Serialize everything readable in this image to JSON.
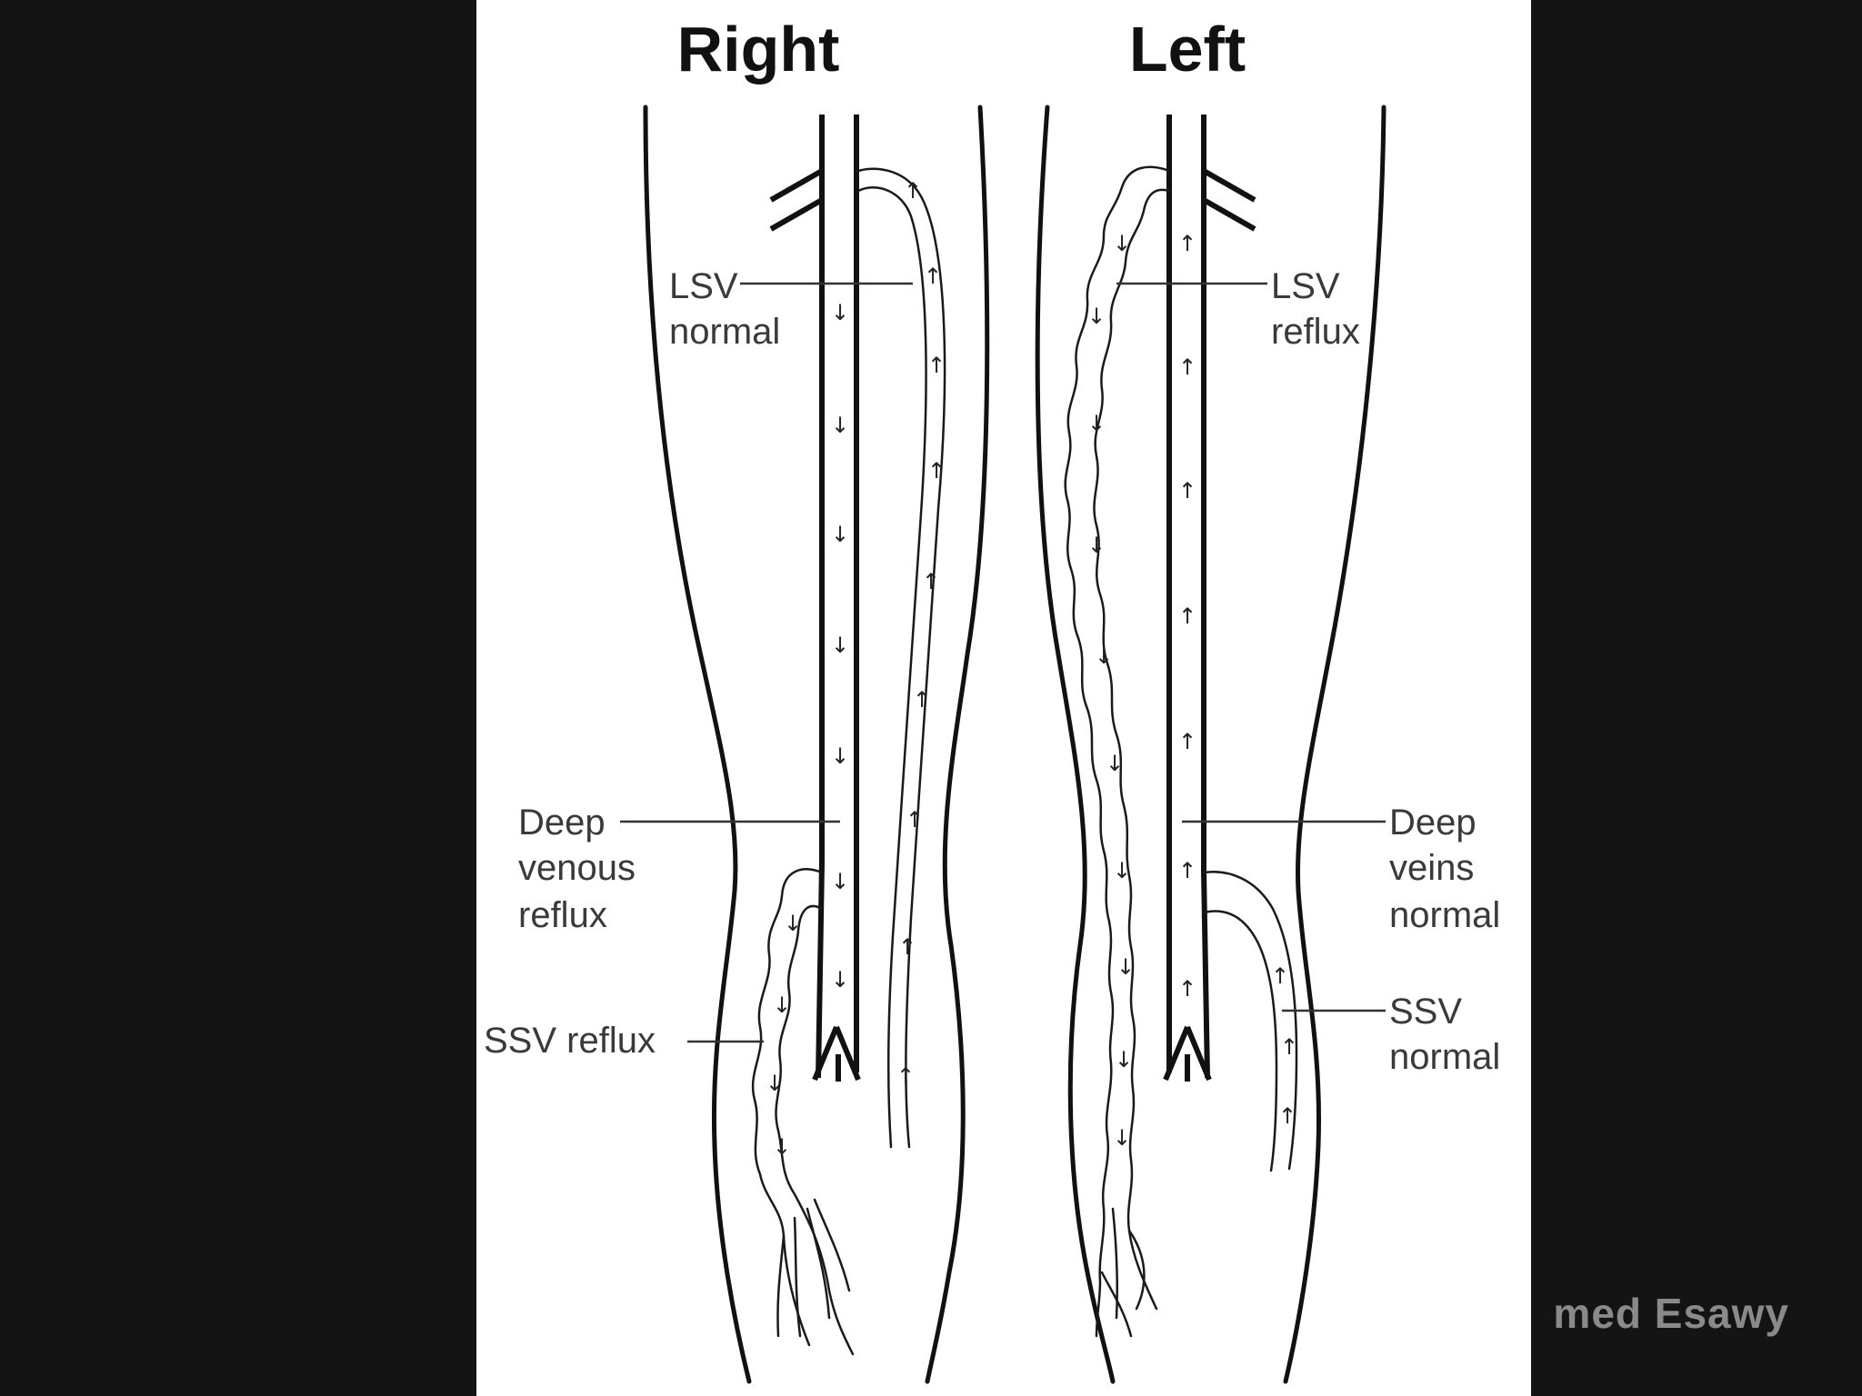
{
  "headings": {
    "right": "Right",
    "left": "Left"
  },
  "labels": {
    "lsv_right": [
      "LSV",
      "normal"
    ],
    "lsv_left": [
      "LSV",
      "reflux"
    ],
    "deep_right": [
      "Deep",
      "venous",
      "reflux"
    ],
    "deep_left": [
      "Deep",
      "veins",
      "normal"
    ],
    "ssv_right": "SSV reflux",
    "ssv_left": [
      "SSV",
      "normal"
    ]
  },
  "watermark": "med Esawy",
  "colors": {
    "page_background": "#141414",
    "diagram_background": "#ffffff",
    "line": "#111111",
    "label_text": "#3a3a3a",
    "watermark": "#8a8a8a"
  }
}
